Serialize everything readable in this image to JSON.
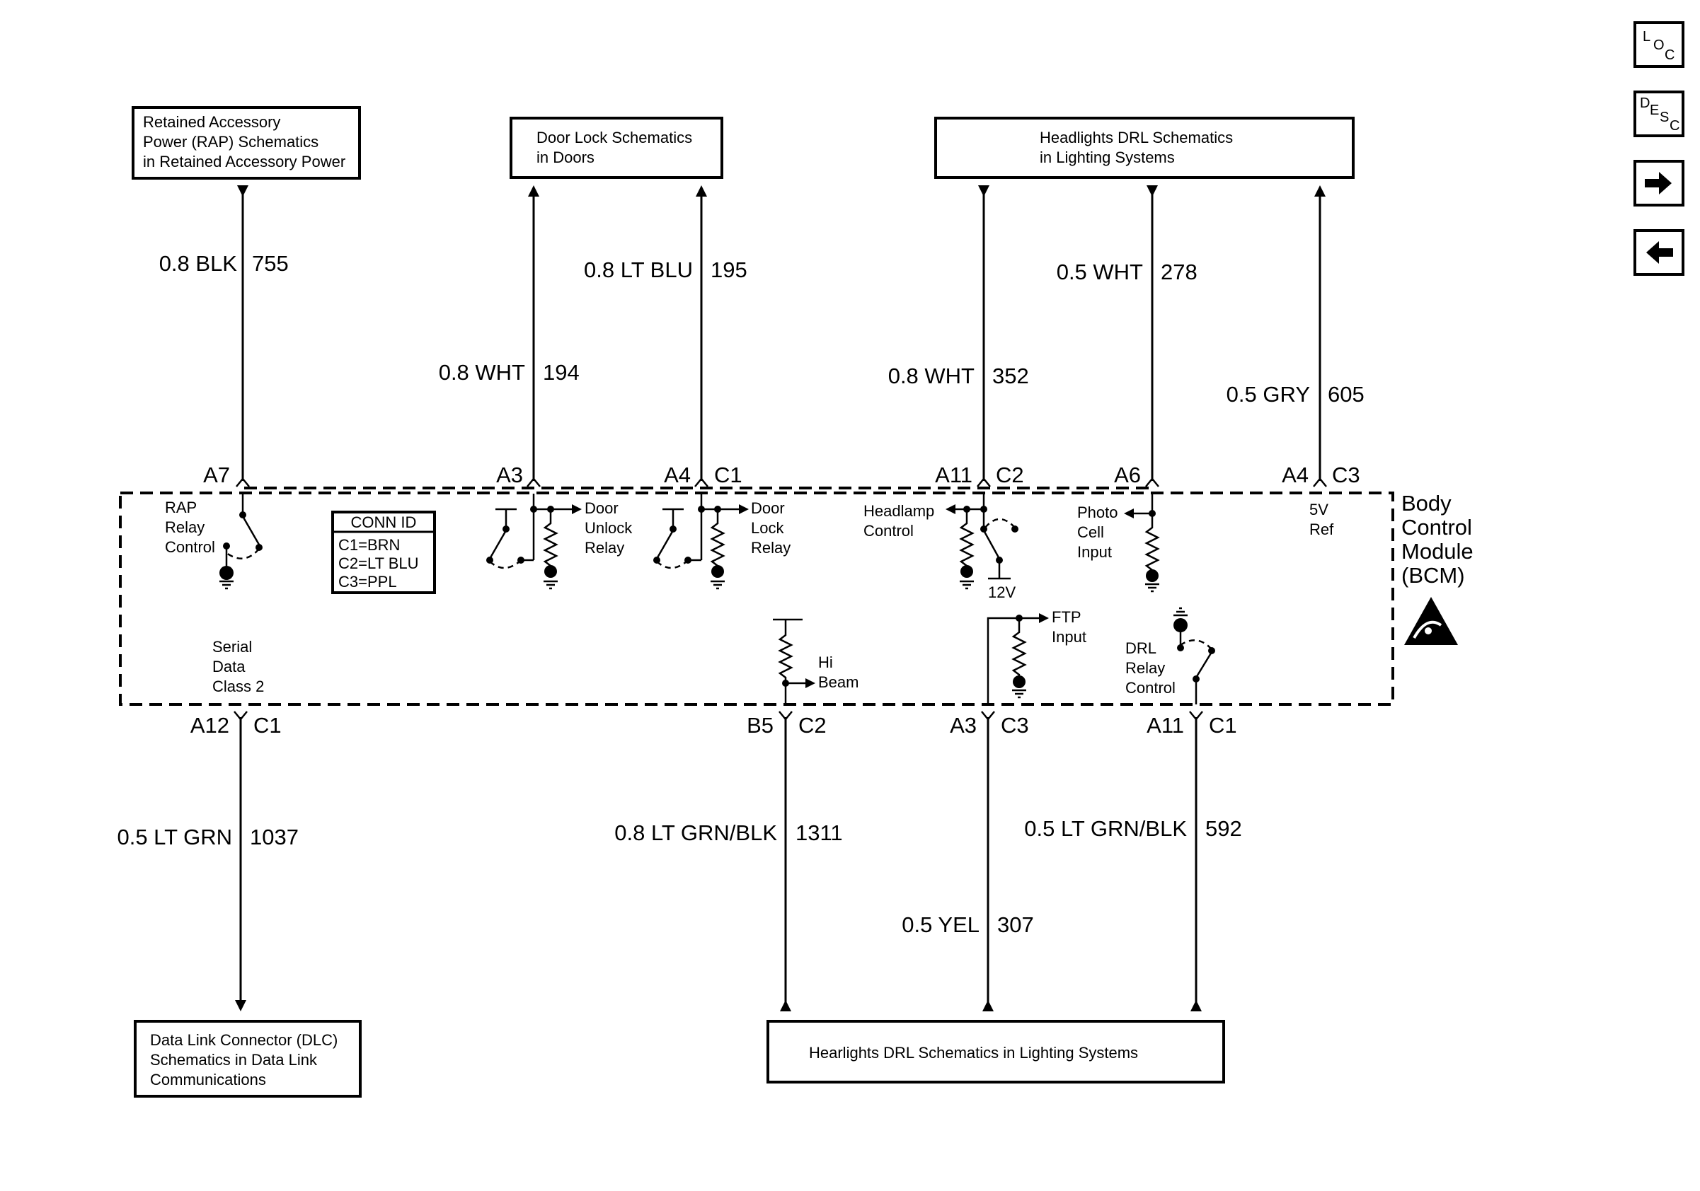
{
  "boxes": {
    "rap": [
      "Retained Accessory",
      "Power (RAP) Schematics",
      "in Retained Accessory Power"
    ],
    "door_lock": [
      "Door Lock Schematics",
      "in Doors"
    ],
    "headlights_top": [
      "Headlights DRL Schematics",
      "in Lighting Systems"
    ],
    "dlc": [
      "Data Link Connector (DLC)",
      "Schematics in Data Link",
      "Communications"
    ],
    "headlights_bottom": [
      "Hearlights DRL Schematics in Lighting Systems"
    ]
  },
  "wires": {
    "w755": {
      "gauge_color": "0.8 BLK",
      "circuit": "755"
    },
    "w194": {
      "gauge_color": "0.8 WHT",
      "circuit": "194"
    },
    "w195": {
      "gauge_color": "0.8 LT BLU",
      "circuit": "195"
    },
    "w352": {
      "gauge_color": "0.8 WHT",
      "circuit": "352"
    },
    "w278": {
      "gauge_color": "0.5 WHT",
      "circuit": "278"
    },
    "w605": {
      "gauge_color": "0.5 GRY",
      "circuit": "605"
    },
    "w1037": {
      "gauge_color": "0.5 LT GRN",
      "circuit": "1037"
    },
    "w1311": {
      "gauge_color": "0.8 LT GRN/BLK",
      "circuit": "1311"
    },
    "w307": {
      "gauge_color": "0.5 YEL",
      "circuit": "307"
    },
    "w592": {
      "gauge_color": "0.5 LT GRN/BLK",
      "circuit": "592"
    }
  },
  "pins": {
    "p755": "A7",
    "p194": "A3",
    "p195": "A4",
    "c195": "C1",
    "p352": "A11",
    "c352": "C2",
    "p278": "A6",
    "p605": "A4",
    "c605": "C3",
    "p1037": "A12",
    "c1037": "C1",
    "p1311": "B5",
    "c1311": "C2",
    "p307": "A3",
    "c307": "C3",
    "p592": "A11",
    "c592": "C1"
  },
  "bcm": {
    "title": [
      "Body",
      "Control",
      "Module",
      "(BCM)"
    ],
    "conn_id": {
      "title": "CONN ID",
      "lines": [
        "C1=BRN",
        "C2=LT BLU",
        "C3=PPL"
      ]
    }
  },
  "circuits": {
    "rap_relay": [
      "RAP",
      "Relay",
      "Control"
    ],
    "door_unlock": [
      "Door",
      "Unlock",
      "Relay"
    ],
    "door_lock": [
      "Door",
      "Lock",
      "Relay"
    ],
    "headlamp": [
      "Headlamp",
      "Control"
    ],
    "photo_cell": [
      "Photo",
      "Cell",
      "Input"
    ],
    "five_v_ref": [
      "5V",
      "Ref"
    ],
    "twelve_v": "12V",
    "serial_data": [
      "Serial",
      "Data",
      "Class 2"
    ],
    "hi_beam": [
      "Hi",
      "Beam"
    ],
    "ftp_input": [
      "FTP",
      "Input"
    ],
    "drl_relay": [
      "DRL",
      "Relay",
      "Control"
    ]
  },
  "nav": {
    "loc": [
      "L",
      "O",
      "C"
    ],
    "desc": [
      "D",
      "E",
      "S",
      "C"
    ],
    "forward": "right-arrow-icon",
    "back": "left-arrow-icon"
  }
}
